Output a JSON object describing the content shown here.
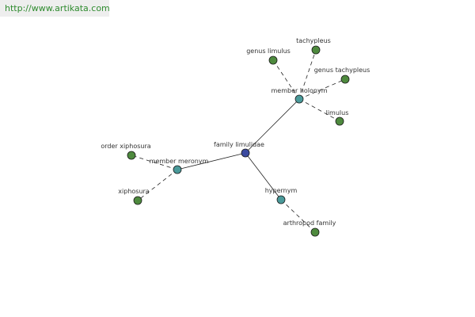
{
  "header": {
    "url": "http://www.artikata.com"
  },
  "colors": {
    "center": "#3b4aa0",
    "relation": "#4a9a9a",
    "leaf": "#4e8a3e",
    "edge": "#222222",
    "banner_bg": "#eeeeee",
    "url_text": "#2e8b2e"
  },
  "graph": {
    "nodes": [
      {
        "id": "family-limulidae",
        "label": "family limulidae",
        "kind": "center"
      },
      {
        "id": "member-holonym",
        "label": "member holonym",
        "kind": "relation"
      },
      {
        "id": "member-meronym",
        "label": "member meronym",
        "kind": "relation"
      },
      {
        "id": "hypernym",
        "label": "hypernym",
        "kind": "relation"
      },
      {
        "id": "genus-limulus",
        "label": "genus limulus",
        "kind": "leaf"
      },
      {
        "id": "tachypleus",
        "label": "tachypleus",
        "kind": "leaf"
      },
      {
        "id": "genus-tachypleus",
        "label": "genus tachypleus",
        "kind": "leaf"
      },
      {
        "id": "limulus",
        "label": "limulus",
        "kind": "leaf"
      },
      {
        "id": "order-xiphosura",
        "label": "order xiphosura",
        "kind": "leaf"
      },
      {
        "id": "xiphosura",
        "label": "xiphosura",
        "kind": "leaf"
      },
      {
        "id": "arthropod-family",
        "label": "arthropod family",
        "kind": "leaf"
      }
    ],
    "edges": [
      {
        "from": "family-limulidae",
        "to": "member-holonym",
        "style": "solid"
      },
      {
        "from": "family-limulidae",
        "to": "member-meronym",
        "style": "solid"
      },
      {
        "from": "family-limulidae",
        "to": "hypernym",
        "style": "solid"
      },
      {
        "from": "member-holonym",
        "to": "genus-limulus",
        "style": "dashed"
      },
      {
        "from": "member-holonym",
        "to": "tachypleus",
        "style": "dashed"
      },
      {
        "from": "member-holonym",
        "to": "genus-tachypleus",
        "style": "dashed"
      },
      {
        "from": "member-holonym",
        "to": "limulus",
        "style": "dashed"
      },
      {
        "from": "member-meronym",
        "to": "order-xiphosura",
        "style": "dashed"
      },
      {
        "from": "member-meronym",
        "to": "xiphosura",
        "style": "dashed"
      },
      {
        "from": "hypernym",
        "to": "arthropod-family",
        "style": "dashed"
      }
    ]
  }
}
